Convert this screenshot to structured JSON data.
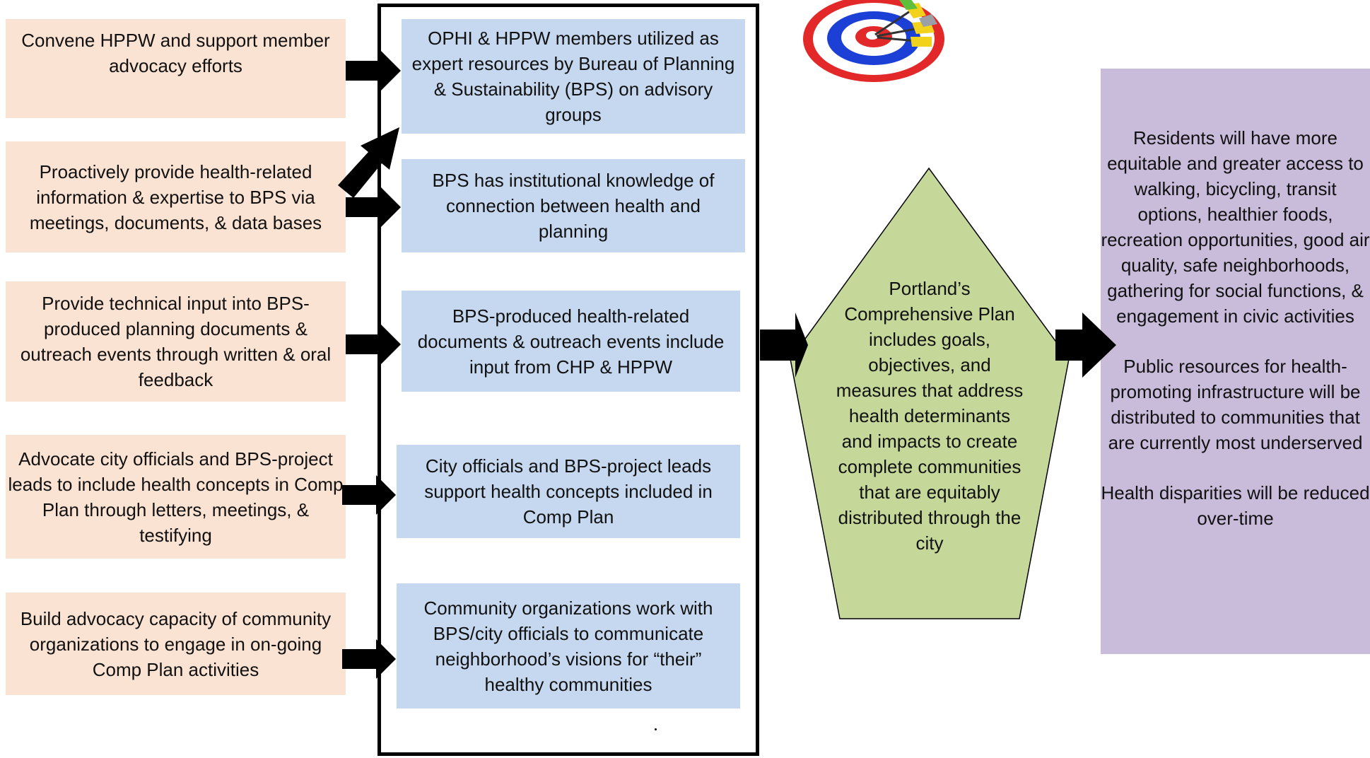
{
  "activities": [
    "Convene HPPW and support member advocacy efforts",
    "Proactively provide health-related information & expertise to BPS via meetings, documents, & data bases",
    "Provide technical input into BPS-produced planning documents & outreach events through written & oral feedback",
    "Advocate city officials and BPS-project leads to include health concepts in Comp Plan through letters, meetings, & testifying",
    "Build advocacy capacity of community organizations to engage in on-going Comp Plan activities"
  ],
  "outcomes": [
    "OPHI & HPPW members utilized as expert resources by Bureau of Planning & Sustainability (BPS) on advisory groups",
    "BPS has institutional knowledge of connection between health and planning",
    "BPS-produced health-related documents & outreach events include input from CHP & HPPW",
    "City officials and BPS-project leads support health concepts included in Comp Plan",
    "Community organizations work with BPS/city officials to communicate neighborhood’s visions for “their” healthy communities"
  ],
  "plan_text": "Portland’s Comprehensive Plan includes goals, objectives, and measures that address health determinants and impacts to create complete communities that are equitably distributed through the city",
  "impacts": [
    "Residents will have more equitable and greater access to walking, bicycling, transit options, healthier foods, recreation opportunities, good air quality, safe neighborhoods, gathering for social functions, & engagement in civic activities",
    "Public resources for health-promoting infrastructure will be distributed to communities that are currently most underserved",
    "Health disparities will be reduced over-time"
  ],
  "icons": {
    "target": "dartboard-target-icon"
  },
  "colors": {
    "activity_fill": "#fbe3d3",
    "outcome_fill": "#c6d8ef",
    "plan_fill": "#c5d89a",
    "impact_fill": "#c9bcdb",
    "arrow": "#000000"
  }
}
